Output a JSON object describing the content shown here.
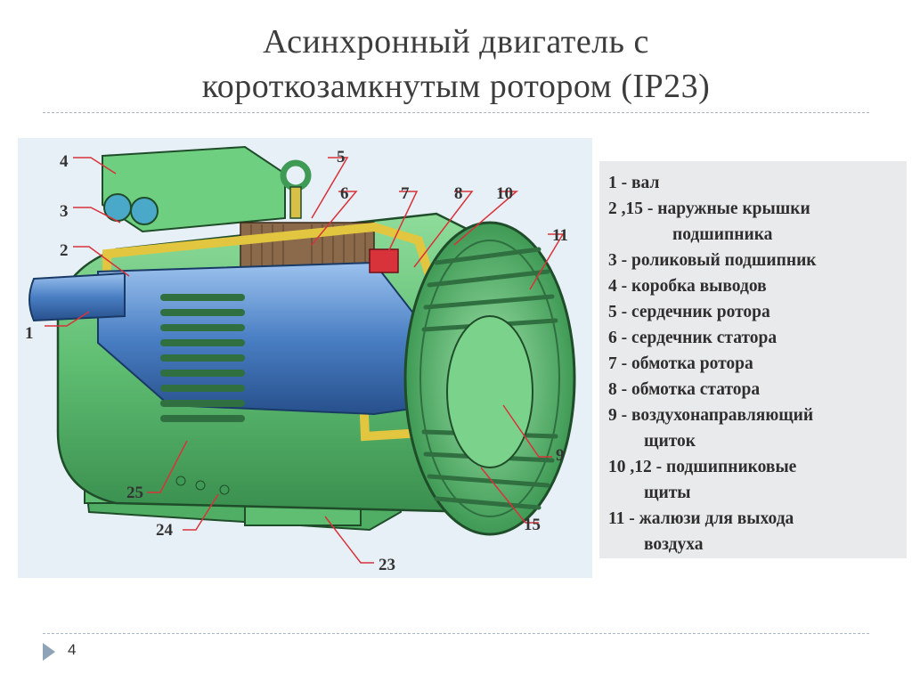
{
  "title": {
    "line1": "Асинхронный двигатель с",
    "line2": "короткозамкнутым ротором (IP23)"
  },
  "figure": {
    "callouts": {
      "c1": "1",
      "c2": "2",
      "c3": "3",
      "c4": "4",
      "c5": "5",
      "c6": "6",
      "c7": "7",
      "c8": "8",
      "c9": "9",
      "c10": "10",
      "c11": "11",
      "c15": "15",
      "c23": "23",
      "c24": "24",
      "c25": "25"
    },
    "colors": {
      "housing": "#62c277",
      "housing_dark": "#3f9a55",
      "rotor_blue": "#4a7fc4",
      "winding_yellow": "#e2c640",
      "core_brown": "#8a6a4a"
    }
  },
  "legend": {
    "items": [
      {
        "text": "1 - вал"
      },
      {
        "text": "2 ,15 - наружные  крышки",
        "cont": "подшипника"
      },
      {
        "text": "3 - роликовый  подшипник"
      },
      {
        "text": "4 - коробка  выводов"
      },
      {
        "text": "5 - сердечник  ротора"
      },
      {
        "text": "6 - сердечник  статора"
      },
      {
        "text": "7 - обмотка  ротора"
      },
      {
        "text": "8 - обмотка  статора"
      },
      {
        "text": "9 - воздухонаправляющий",
        "cont": "щиток"
      },
      {
        "text": "10 ,12 - подшипниковые",
        "cont": "щиты"
      },
      {
        "text": "11 - жалюзи для выхода",
        "cont": "воздуха"
      }
    ]
  },
  "footer": {
    "page_number": "4"
  }
}
